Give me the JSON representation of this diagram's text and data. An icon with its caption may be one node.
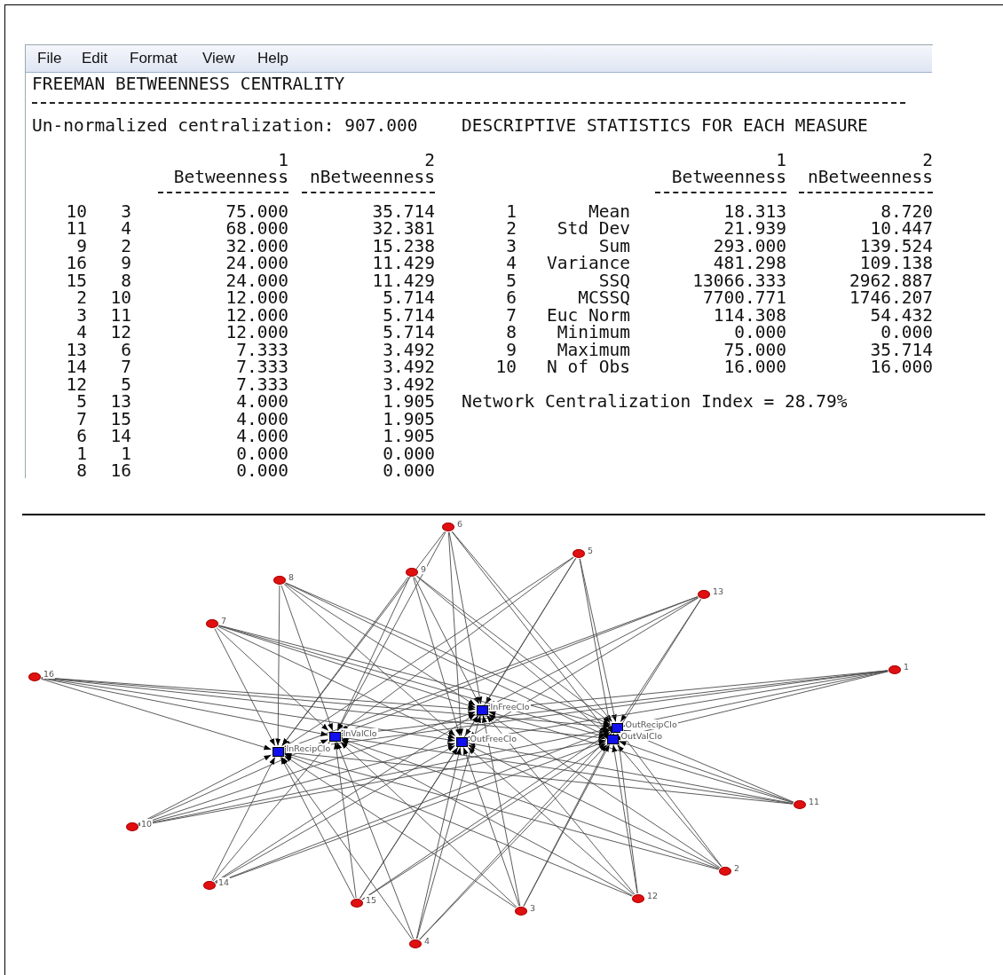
{
  "diagram": {
    "nodes": [
      {
        "text": [],
        "shape": "circle",
        "beside": [
          "6"
        ]
      },
      {
        "text": [],
        "shape": "circle",
        "beside": [
          "5"
        ]
      },
      {
        "text": [],
        "shape": "circle",
        "beside": [
          "9"
        ]
      },
      {
        "text": [],
        "shape": "circle",
        "beside": [
          "8"
        ]
      },
      {
        "text": [],
        "shape": "circle",
        "beside": [
          "13"
        ]
      },
      {
        "text": [],
        "shape": "circle",
        "beside": [
          "7"
        ]
      },
      {
        "text": [],
        "shape": "circle",
        "beside": [
          "1"
        ]
      },
      {
        "text": [],
        "shape": "circle",
        "beside": [
          "16"
        ]
      },
      {
        "text": [],
        "shape": "box",
        "beside": [
          "InFreeClo"
        ]
      },
      {
        "text": [],
        "shape": "box",
        "beside": [
          "OutRecipClo"
        ]
      },
      {
        "text": [],
        "shape": "box",
        "beside": [
          "InValClo"
        ]
      },
      {
        "text": [],
        "shape": "box",
        "beside": [
          "OutValClo"
        ]
      },
      {
        "text": [],
        "shape": "box",
        "beside": [
          "OutFreeClo"
        ]
      },
      {
        "text": [],
        "shape": "box",
        "beside": [
          "InRecipClo"
        ]
      },
      {
        "text": [],
        "shape": "circle",
        "beside": [
          "11"
        ]
      },
      {
        "text": [],
        "shape": "circle",
        "beside": [
          "10"
        ]
      },
      {
        "text": [],
        "shape": "circle",
        "beside": [
          "2"
        ]
      },
      {
        "text": [],
        "shape": "circle",
        "beside": [
          "14"
        ]
      },
      {
        "text": [],
        "shape": "circle",
        "beside": [
          "12"
        ]
      },
      {
        "text": [],
        "shape": "circle",
        "beside": [
          "15"
        ]
      },
      {
        "text": [],
        "shape": "circle",
        "beside": [
          "3"
        ]
      },
      {
        "text": [],
        "shape": "circle",
        "beside": [
          "4"
        ]
      }
    ],
    "edges": [
      {
        "from": 0,
        "to": 8,
        "arrow": "to"
      },
      {
        "from": 0,
        "to": 9,
        "arrow": "to"
      },
      {
        "from": 0,
        "to": 10,
        "arrow": "to"
      },
      {
        "from": 0,
        "to": 11,
        "arrow": "to"
      },
      {
        "from": 0,
        "to": 12,
        "arrow": "to"
      },
      {
        "from": 0,
        "to": 13,
        "arrow": "to"
      },
      {
        "from": 1,
        "to": 8,
        "arrow": "to"
      },
      {
        "from": 1,
        "to": 9,
        "arrow": "to"
      },
      {
        "from": 1,
        "to": 10,
        "arrow": "to"
      },
      {
        "from": 1,
        "to": 11,
        "arrow": "to"
      },
      {
        "from": 1,
        "to": 12,
        "arrow": "to"
      },
      {
        "from": 1,
        "to": 13,
        "arrow": "to"
      },
      {
        "from": 2,
        "to": 8,
        "arrow": "to"
      },
      {
        "from": 2,
        "to": 9,
        "arrow": "to"
      },
      {
        "from": 2,
        "to": 10,
        "arrow": "to"
      },
      {
        "from": 2,
        "to": 11,
        "arrow": "to"
      },
      {
        "from": 2,
        "to": 12,
        "arrow": "to"
      },
      {
        "from": 2,
        "to": 13,
        "arrow": "to"
      },
      {
        "from": 3,
        "to": 8,
        "arrow": "to"
      },
      {
        "from": 3,
        "to": 9,
        "arrow": "to"
      },
      {
        "from": 3,
        "to": 10,
        "arrow": "to"
      },
      {
        "from": 3,
        "to": 11,
        "arrow": "to"
      },
      {
        "from": 3,
        "to": 12,
        "arrow": "to"
      },
      {
        "from": 3,
        "to": 13,
        "arrow": "to"
      },
      {
        "from": 4,
        "to": 8,
        "arrow": "to"
      },
      {
        "from": 4,
        "to": 9,
        "arrow": "to"
      },
      {
        "from": 4,
        "to": 10,
        "arrow": "to"
      },
      {
        "from": 4,
        "to": 11,
        "arrow": "to"
      },
      {
        "from": 4,
        "to": 12,
        "arrow": "to"
      },
      {
        "from": 4,
        "to": 13,
        "arrow": "to"
      },
      {
        "from": 5,
        "to": 8,
        "arrow": "to"
      },
      {
        "from": 5,
        "to": 9,
        "arrow": "to"
      },
      {
        "from": 5,
        "to": 10,
        "arrow": "to"
      },
      {
        "from": 5,
        "to": 11,
        "arrow": "to"
      },
      {
        "from": 5,
        "to": 12,
        "arrow": "to"
      },
      {
        "from": 5,
        "to": 13,
        "arrow": "to"
      },
      {
        "from": 6,
        "to": 8,
        "arrow": "to"
      },
      {
        "from": 6,
        "to": 9,
        "arrow": "to"
      },
      {
        "from": 6,
        "to": 10,
        "arrow": "to"
      },
      {
        "from": 6,
        "to": 11,
        "arrow": "to"
      },
      {
        "from": 6,
        "to": 12,
        "arrow": "to"
      },
      {
        "from": 6,
        "to": 13,
        "arrow": "to"
      },
      {
        "from": 7,
        "to": 8,
        "arrow": "to"
      },
      {
        "from": 7,
        "to": 9,
        "arrow": "to"
      },
      {
        "from": 7,
        "to": 10,
        "arrow": "to"
      },
      {
        "from": 7,
        "to": 11,
        "arrow": "to"
      },
      {
        "from": 7,
        "to": 12,
        "arrow": "to"
      },
      {
        "from": 7,
        "to": 13,
        "arrow": "to"
      },
      {
        "from": 14,
        "to": 8,
        "arrow": "to"
      },
      {
        "from": 14,
        "to": 9,
        "arrow": "to"
      },
      {
        "from": 14,
        "to": 10,
        "arrow": "to"
      },
      {
        "from": 14,
        "to": 11,
        "arrow": "to"
      },
      {
        "from": 14,
        "to": 12,
        "arrow": "to"
      },
      {
        "from": 14,
        "to": 13,
        "arrow": "to"
      },
      {
        "from": 15,
        "to": 8,
        "arrow": "to"
      },
      {
        "from": 15,
        "to": 9,
        "arrow": "to"
      },
      {
        "from": 15,
        "to": 10,
        "arrow": "to"
      },
      {
        "from": 15,
        "to": 11,
        "arrow": "to"
      },
      {
        "from": 15,
        "to": 12,
        "arrow": "to"
      },
      {
        "from": 15,
        "to": 13,
        "arrow": "to"
      },
      {
        "from": 16,
        "to": 8,
        "arrow": "to"
      },
      {
        "from": 16,
        "to": 9,
        "arrow": "to"
      },
      {
        "from": 16,
        "to": 10,
        "arrow": "to"
      },
      {
        "from": 16,
        "to": 11,
        "arrow": "to"
      },
      {
        "from": 16,
        "to": 12,
        "arrow": "to"
      },
      {
        "from": 16,
        "to": 13,
        "arrow": "to"
      },
      {
        "from": 17,
        "to": 8,
        "arrow": "to"
      },
      {
        "from": 17,
        "to": 9,
        "arrow": "to"
      },
      {
        "from": 17,
        "to": 10,
        "arrow": "to"
      },
      {
        "from": 17,
        "to": 11,
        "arrow": "to"
      },
      {
        "from": 17,
        "to": 12,
        "arrow": "to"
      },
      {
        "from": 17,
        "to": 13,
        "arrow": "to"
      },
      {
        "from": 18,
        "to": 8,
        "arrow": "to"
      },
      {
        "from": 18,
        "to": 9,
        "arrow": "to"
      },
      {
        "from": 18,
        "to": 10,
        "arrow": "to"
      },
      {
        "from": 18,
        "to": 11,
        "arrow": "to"
      },
      {
        "from": 18,
        "to": 12,
        "arrow": "to"
      },
      {
        "from": 18,
        "to": 13,
        "arrow": "to"
      },
      {
        "from": 19,
        "to": 8,
        "arrow": "to"
      },
      {
        "from": 19,
        "to": 9,
        "arrow": "to"
      },
      {
        "from": 19,
        "to": 10,
        "arrow": "to"
      },
      {
        "from": 19,
        "to": 11,
        "arrow": "to"
      },
      {
        "from": 19,
        "to": 12,
        "arrow": "to"
      },
      {
        "from": 19,
        "to": 13,
        "arrow": "to"
      },
      {
        "from": 20,
        "to": 8,
        "arrow": "to"
      },
      {
        "from": 20,
        "to": 9,
        "arrow": "to"
      },
      {
        "from": 20,
        "to": 10,
        "arrow": "to"
      },
      {
        "from": 20,
        "to": 11,
        "arrow": "to"
      },
      {
        "from": 20,
        "to": 12,
        "arrow": "to"
      },
      {
        "from": 20,
        "to": 13,
        "arrow": "to"
      },
      {
        "from": 21,
        "to": 8,
        "arrow": "to"
      },
      {
        "from": 21,
        "to": 9,
        "arrow": "to"
      },
      {
        "from": 21,
        "to": 10,
        "arrow": "to"
      },
      {
        "from": 21,
        "to": 11,
        "arrow": "to"
      },
      {
        "from": 21,
        "to": 12,
        "arrow": "to"
      },
      {
        "from": 21,
        "to": 13,
        "arrow": "to"
      }
    ],
    "labels": [
      "File",
      "Edit",
      "Format",
      "View",
      "Help",
      "FREEMAN BETWEENNESS CENTRALITY",
      "Un-normalized centralization: 907.000",
      "DESCRIPTIVE STATISTICS FOR EACH MEASURE",
      "1",
      "2",
      "Betweenness",
      "nBetweenness",
      "10",
      "3",
      "75.000",
      "35.714",
      "11",
      "4",
      "68.000",
      "32.381",
      "9",
      "2",
      "32.000",
      "15.238",
      "16",
      "9",
      "24.000",
      "11.429",
      "15",
      "8",
      "24.000",
      "11.429",
      "2",
      "10",
      "12.000",
      "5.714",
      "3",
      "11",
      "12.000",
      "5.714",
      "4",
      "12",
      "12.000",
      "5.714",
      "13",
      "6",
      "7.333",
      "3.492",
      "14",
      "7",
      "7.333",
      "3.492",
      "12",
      "5",
      "7.333",
      "3.492",
      "5",
      "13",
      "4.000",
      "1.905",
      "7",
      "15",
      "4.000",
      "1.905",
      "6",
      "14",
      "4.000",
      "1.905",
      "1",
      "1",
      "0.000",
      "0.000",
      "8",
      "16",
      "0.000",
      "0.000",
      "1",
      "2",
      "Betweenness",
      "nBetweenness",
      "1",
      "Mean",
      "18.313",
      "8.720",
      "2",
      "Std Dev",
      "21.939",
      "10.447",
      "3",
      "Sum",
      "293.000",
      "139.524",
      "4",
      "Variance",
      "481.298",
      "109.138",
      "5",
      "SSQ",
      "13066.333",
      "2962.887",
      "6",
      "MCSSQ",
      "7700.771",
      "1746.207",
      "7",
      "Euc Norm",
      "114.308",
      "54.432",
      "8",
      "Minimum",
      "0.000",
      "0.000",
      "9",
      "Maximum",
      "75.000",
      "35.714",
      "10",
      "N of Obs",
      "16.000",
      "16.000",
      "Network Centralization Index = 28.79%"
    ]
  }
}
